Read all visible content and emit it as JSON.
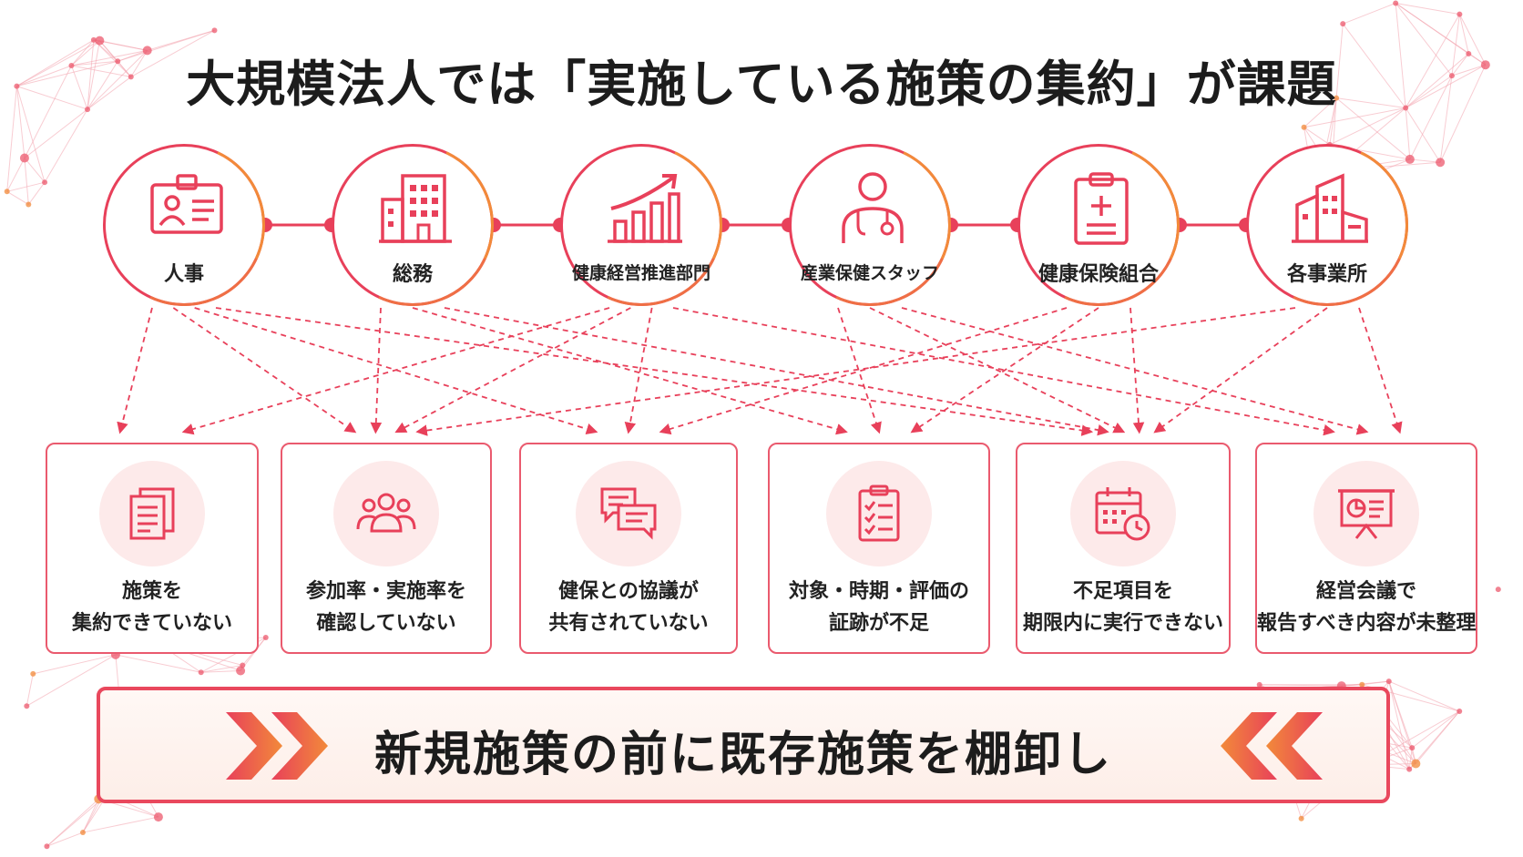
{
  "title": "大規模法人では「実施している施策の集約」が課題",
  "departments": [
    {
      "label": "人事",
      "icon": "id-card-icon"
    },
    {
      "label": "総務",
      "icon": "office-building-icon"
    },
    {
      "label": "健康経営推進部門",
      "icon": "growth-chart-icon"
    },
    {
      "label": "産業保健スタッフ",
      "icon": "doctor-stethoscope-icon"
    },
    {
      "label": "健康保険組合",
      "icon": "medical-clipboard-icon"
    },
    {
      "label": "各事業所",
      "icon": "facility-buildings-icon"
    }
  ],
  "issues": [
    {
      "line1": "施策を",
      "line2": "集約できていない",
      "icon": "documents-icon"
    },
    {
      "line1": "参加率・実施率を",
      "line2": "確認していない",
      "icon": "people-group-icon"
    },
    {
      "line1": "健保との協議が",
      "line2": "共有されていない",
      "icon": "chat-bubbles-icon"
    },
    {
      "line1": "対象・時期・評価の",
      "line2": "証跡が不足",
      "icon": "checklist-icon"
    },
    {
      "line1": "不足項目を",
      "line2": "期限内に実行できない",
      "icon": "calendar-clock-icon"
    },
    {
      "line1": "経営会議で",
      "line2": "報告すべき内容が未整理",
      "icon": "presentation-board-icon"
    }
  ],
  "links": [
    [
      0,
      0
    ],
    [
      0,
      1
    ],
    [
      0,
      2
    ],
    [
      0,
      4
    ],
    [
      1,
      1
    ],
    [
      1,
      3
    ],
    [
      1,
      4
    ],
    [
      2,
      0
    ],
    [
      2,
      1
    ],
    [
      2,
      2
    ],
    [
      2,
      5
    ],
    [
      3,
      3
    ],
    [
      3,
      4
    ],
    [
      3,
      5
    ],
    [
      4,
      2
    ],
    [
      4,
      3
    ],
    [
      4,
      4
    ],
    [
      5,
      1
    ],
    [
      5,
      4
    ],
    [
      5,
      5
    ]
  ],
  "conclusion": "新規施策の前に既存施策を棚卸し",
  "colors": {
    "accent": "#e8405a",
    "accent_orange": "#f28a3a",
    "text": "#1c1c1c",
    "icon_bg": "#fdeaea"
  }
}
